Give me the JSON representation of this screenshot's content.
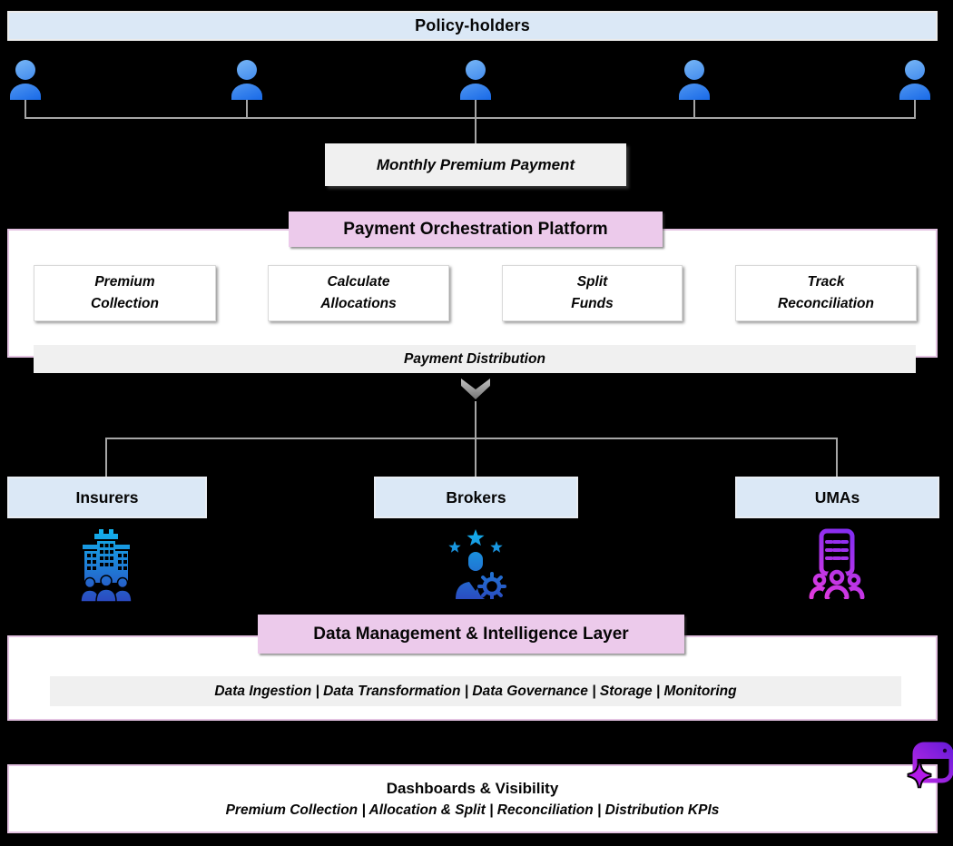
{
  "policyholders": {
    "label": "Policy-holders",
    "count": 5
  },
  "payment_flow": {
    "monthly_label": "Monthly Premium Payment"
  },
  "platform": {
    "title": "Payment Orchestration Platform",
    "steps": [
      {
        "line1": "Premium",
        "line2": "Collection"
      },
      {
        "line1": "Calculate",
        "line2": "Allocations"
      },
      {
        "line1": "Split",
        "line2": "Funds"
      },
      {
        "line1": "Track",
        "line2": "Reconciliation"
      }
    ],
    "distribution_label": "Payment Distribution"
  },
  "recipients": [
    {
      "label": "Insurers",
      "icon": "insurers-building-people-icon"
    },
    {
      "label": "Brokers",
      "icon": "broker-person-stars-gear-icon"
    },
    {
      "label": "UMAs",
      "icon": "umas-building-people-icon"
    }
  ],
  "data_layer": {
    "title": "Data Management & Intelligence Layer",
    "pipeline_label": "Data Ingestion | Data Transformation | Data Governance | Storage | Monitoring"
  },
  "dashboards": {
    "title": "Dashboards & Visibility",
    "kpi_label": "Premium Collection | Allocation & Split | Reconciliation | Distribution KPIs",
    "icon": "ai-sparkle-screen-icon"
  },
  "icons": {
    "policyholder": "person-icon",
    "flow_arrow": "chevron-down-icon"
  },
  "colors": {
    "background": "#000000",
    "light_blue": "#dbe8f6",
    "pink": "#eccaeb",
    "pink_border": "#e4c3e2",
    "gray_bar": "#f0f0f0",
    "connector": "#a6a6a6",
    "person_blue_light": "#7ab8f6",
    "person_blue_dark": "#1a6be8",
    "org_cyan": "#12b2ec",
    "org_blue": "#2b4ac0",
    "uma_violet": "#7e2cf4",
    "uma_magenta": "#e23ade",
    "ai_violet": "#5f1ad8",
    "ai_magenta": "#d62ce8"
  }
}
